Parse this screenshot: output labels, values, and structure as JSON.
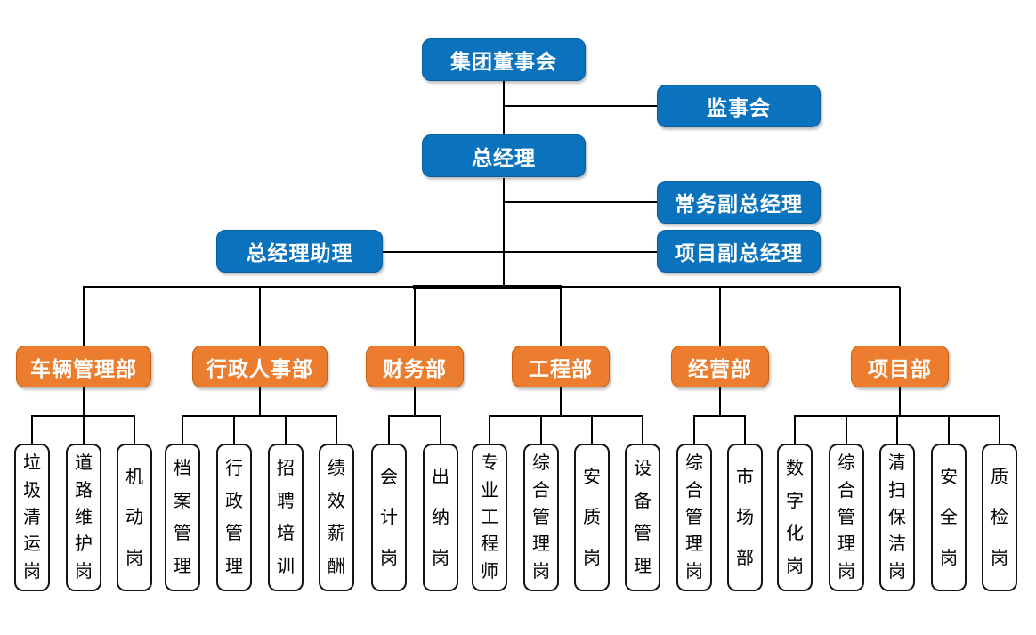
{
  "colors": {
    "blue": "#0B72BE",
    "blue_border": "#095E9E",
    "orange": "#EC7D2E",
    "orange_border": "#C7610F",
    "line": "#000000",
    "node_bg": "#FFFFFF",
    "node_border": "#141414",
    "node_text": "#000000",
    "text_on_color": "#FFFFFF"
  },
  "executive": {
    "board": "集团董事会",
    "supervisory": "监事会",
    "gm": "总经理",
    "exec_deputy_gm": "常务副总经理",
    "project_deputy_gm": "项目副总经理",
    "gm_assistant": "总经理助理"
  },
  "departments": [
    {
      "name": "车辆管理部",
      "children": [
        "垃圾清运岗",
        "道路维护岗",
        "机动岗"
      ]
    },
    {
      "name": "行政人事部",
      "children": [
        "档案管理",
        "行政管理",
        "招聘培训",
        "绩效薪酬"
      ]
    },
    {
      "name": "财务部",
      "children": [
        "会计岗",
        "出纳岗"
      ]
    },
    {
      "name": "工程部",
      "children": [
        "专业工程师",
        "综合管理岗",
        "安质岗",
        "设备管理"
      ]
    },
    {
      "name": "经营部",
      "children": [
        "综合管理岗",
        "市场部"
      ]
    },
    {
      "name": "项目部",
      "children": [
        "数字化岗",
        "综合管理岗",
        "清扫保洁岗",
        "安全岗",
        "质检岗"
      ]
    }
  ]
}
